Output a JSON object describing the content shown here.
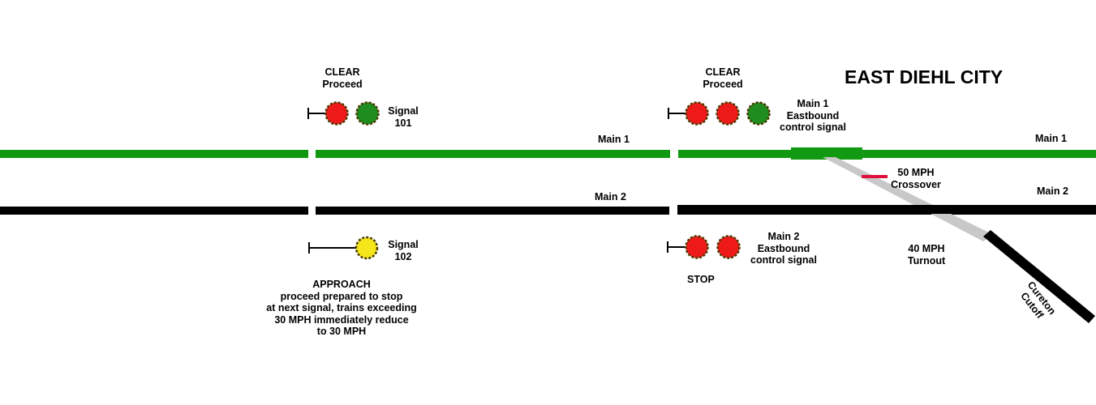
{
  "title": "EAST DIEHL CITY",
  "colors": {
    "main1": "#119a11",
    "main2": "#000000",
    "branch": "#c8c8c8",
    "lamp_red": "#ee1a1a",
    "lamp_green": "#1e8c1e",
    "lamp_yellow": "#f4e61a",
    "lamp_border": "#4a3a00",
    "speed_marker": "#e0103c",
    "insulated_joint": "#ffffff"
  },
  "tracks": {
    "main1_left_label": "Main 1",
    "main1_right_label": "Main 1",
    "main2_left_label": "Main 2",
    "main2_right_label": "Main 2",
    "branch_label_line1": "Cureton",
    "branch_label_line2": "Cutoff"
  },
  "signals": {
    "s101": {
      "aspect_line1": "CLEAR",
      "aspect_line2": "Proceed",
      "name_line1": "Signal",
      "name_line2": "101",
      "lamps": [
        "red",
        "green"
      ]
    },
    "s102": {
      "name_line1": "Signal",
      "name_line2": "102",
      "lamps": [
        "yellow"
      ],
      "aspect_lines": [
        "APPROACH",
        "proceed prepared to stop",
        "at next signal, trains exceeding",
        "30 MPH immediately reduce",
        "to 30 MPH"
      ]
    },
    "main1_control": {
      "aspect_line1": "CLEAR",
      "aspect_line2": "Proceed",
      "name_line1": "Main 1",
      "name_line2": "Eastbound",
      "name_line3": "control signal",
      "lamps": [
        "red",
        "red",
        "green"
      ]
    },
    "main2_control": {
      "name_line1": "Main 2",
      "name_line2": "Eastbound",
      "name_line3": "control signal",
      "aspect": "STOP",
      "lamps": [
        "red",
        "red"
      ]
    }
  },
  "speed_limits": {
    "crossover_line1": "50 MPH",
    "crossover_line2": "Crossover",
    "turnout_line1": "40 MPH",
    "turnout_line2": "Turnout"
  }
}
